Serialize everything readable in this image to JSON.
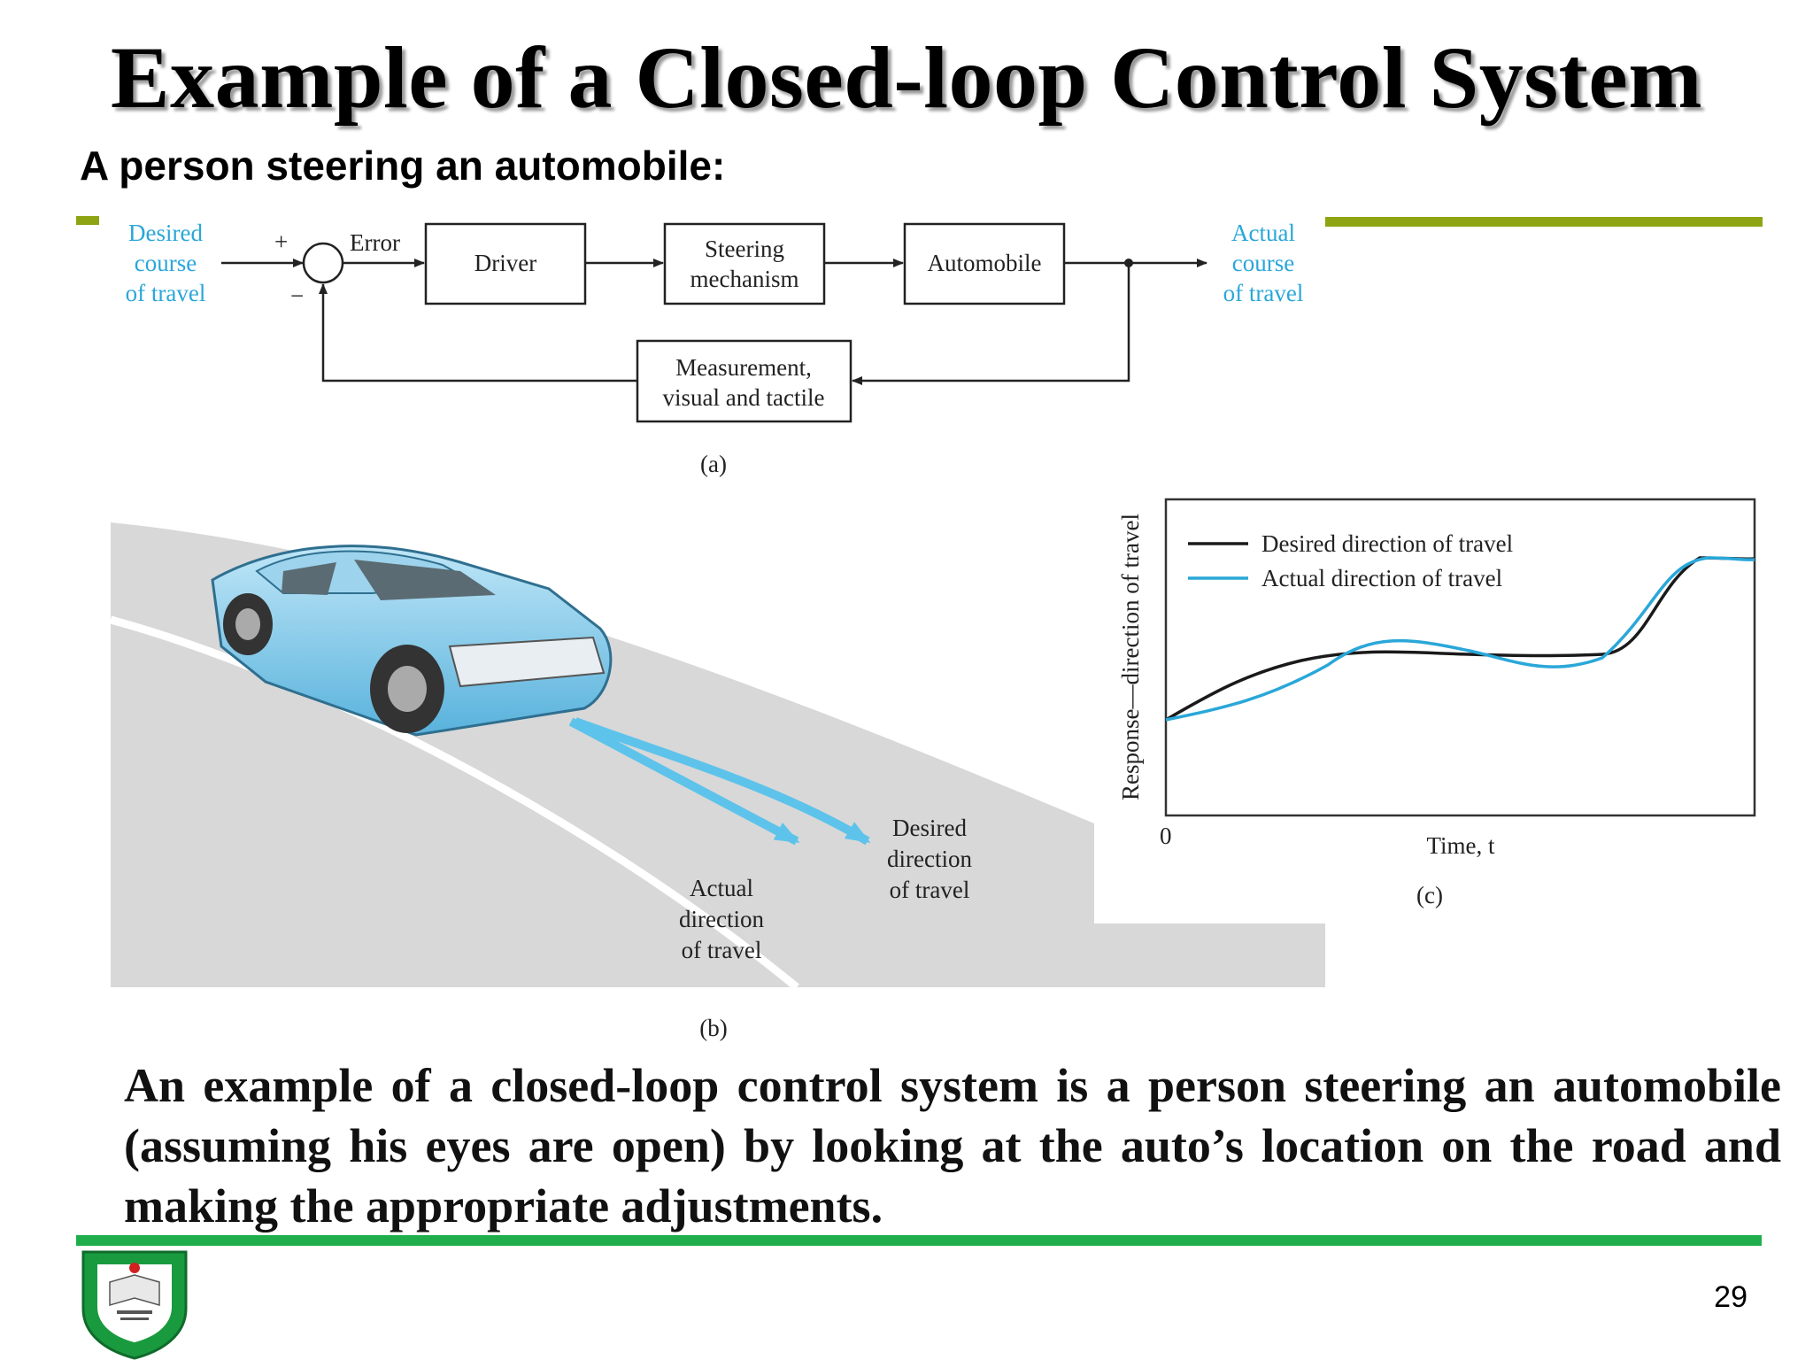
{
  "slide": {
    "title": "Example of a Closed-loop Control System",
    "subtitle": "A person steering an automobile:",
    "paragraph": "An example of a closed-loop control system is a person steering an automobile (assuming his eyes are open) by looking at the auto’s location on the road and making the appropriate adjustments.",
    "page_number": "29"
  },
  "block_diagram": {
    "input_label": [
      "Desired",
      "course",
      "of travel"
    ],
    "plus_sign": "+",
    "minus_sign": "−",
    "error_label": "Error",
    "driver_label": "Driver",
    "steering_label": [
      "Steering",
      "mechanism"
    ],
    "automobile_label": "Automobile",
    "output_label": [
      "Actual",
      "course",
      "of travel"
    ],
    "measurement_label": [
      "Measurement,",
      "visual and tactile"
    ],
    "caption": "(a)"
  },
  "road_figure": {
    "desired_label": [
      "Desired",
      "direction",
      "of travel"
    ],
    "actual_label": [
      "Actual",
      "direction",
      "of travel"
    ],
    "caption": "(b)"
  },
  "response_plot": {
    "ylabel": "Response—direction of travel",
    "xlabel": "Time, t",
    "origin_label": "0",
    "legend": [
      "Desired direction of travel",
      "Actual direction of travel"
    ],
    "caption": "(c)",
    "colors": {
      "desired": "#1a1a1a",
      "actual": "#2aa7d9"
    }
  },
  "colors": {
    "accent_olive": "#8ea413",
    "accent_green": "#1fae4b",
    "diagram_cyan": "#2aa7d9"
  }
}
